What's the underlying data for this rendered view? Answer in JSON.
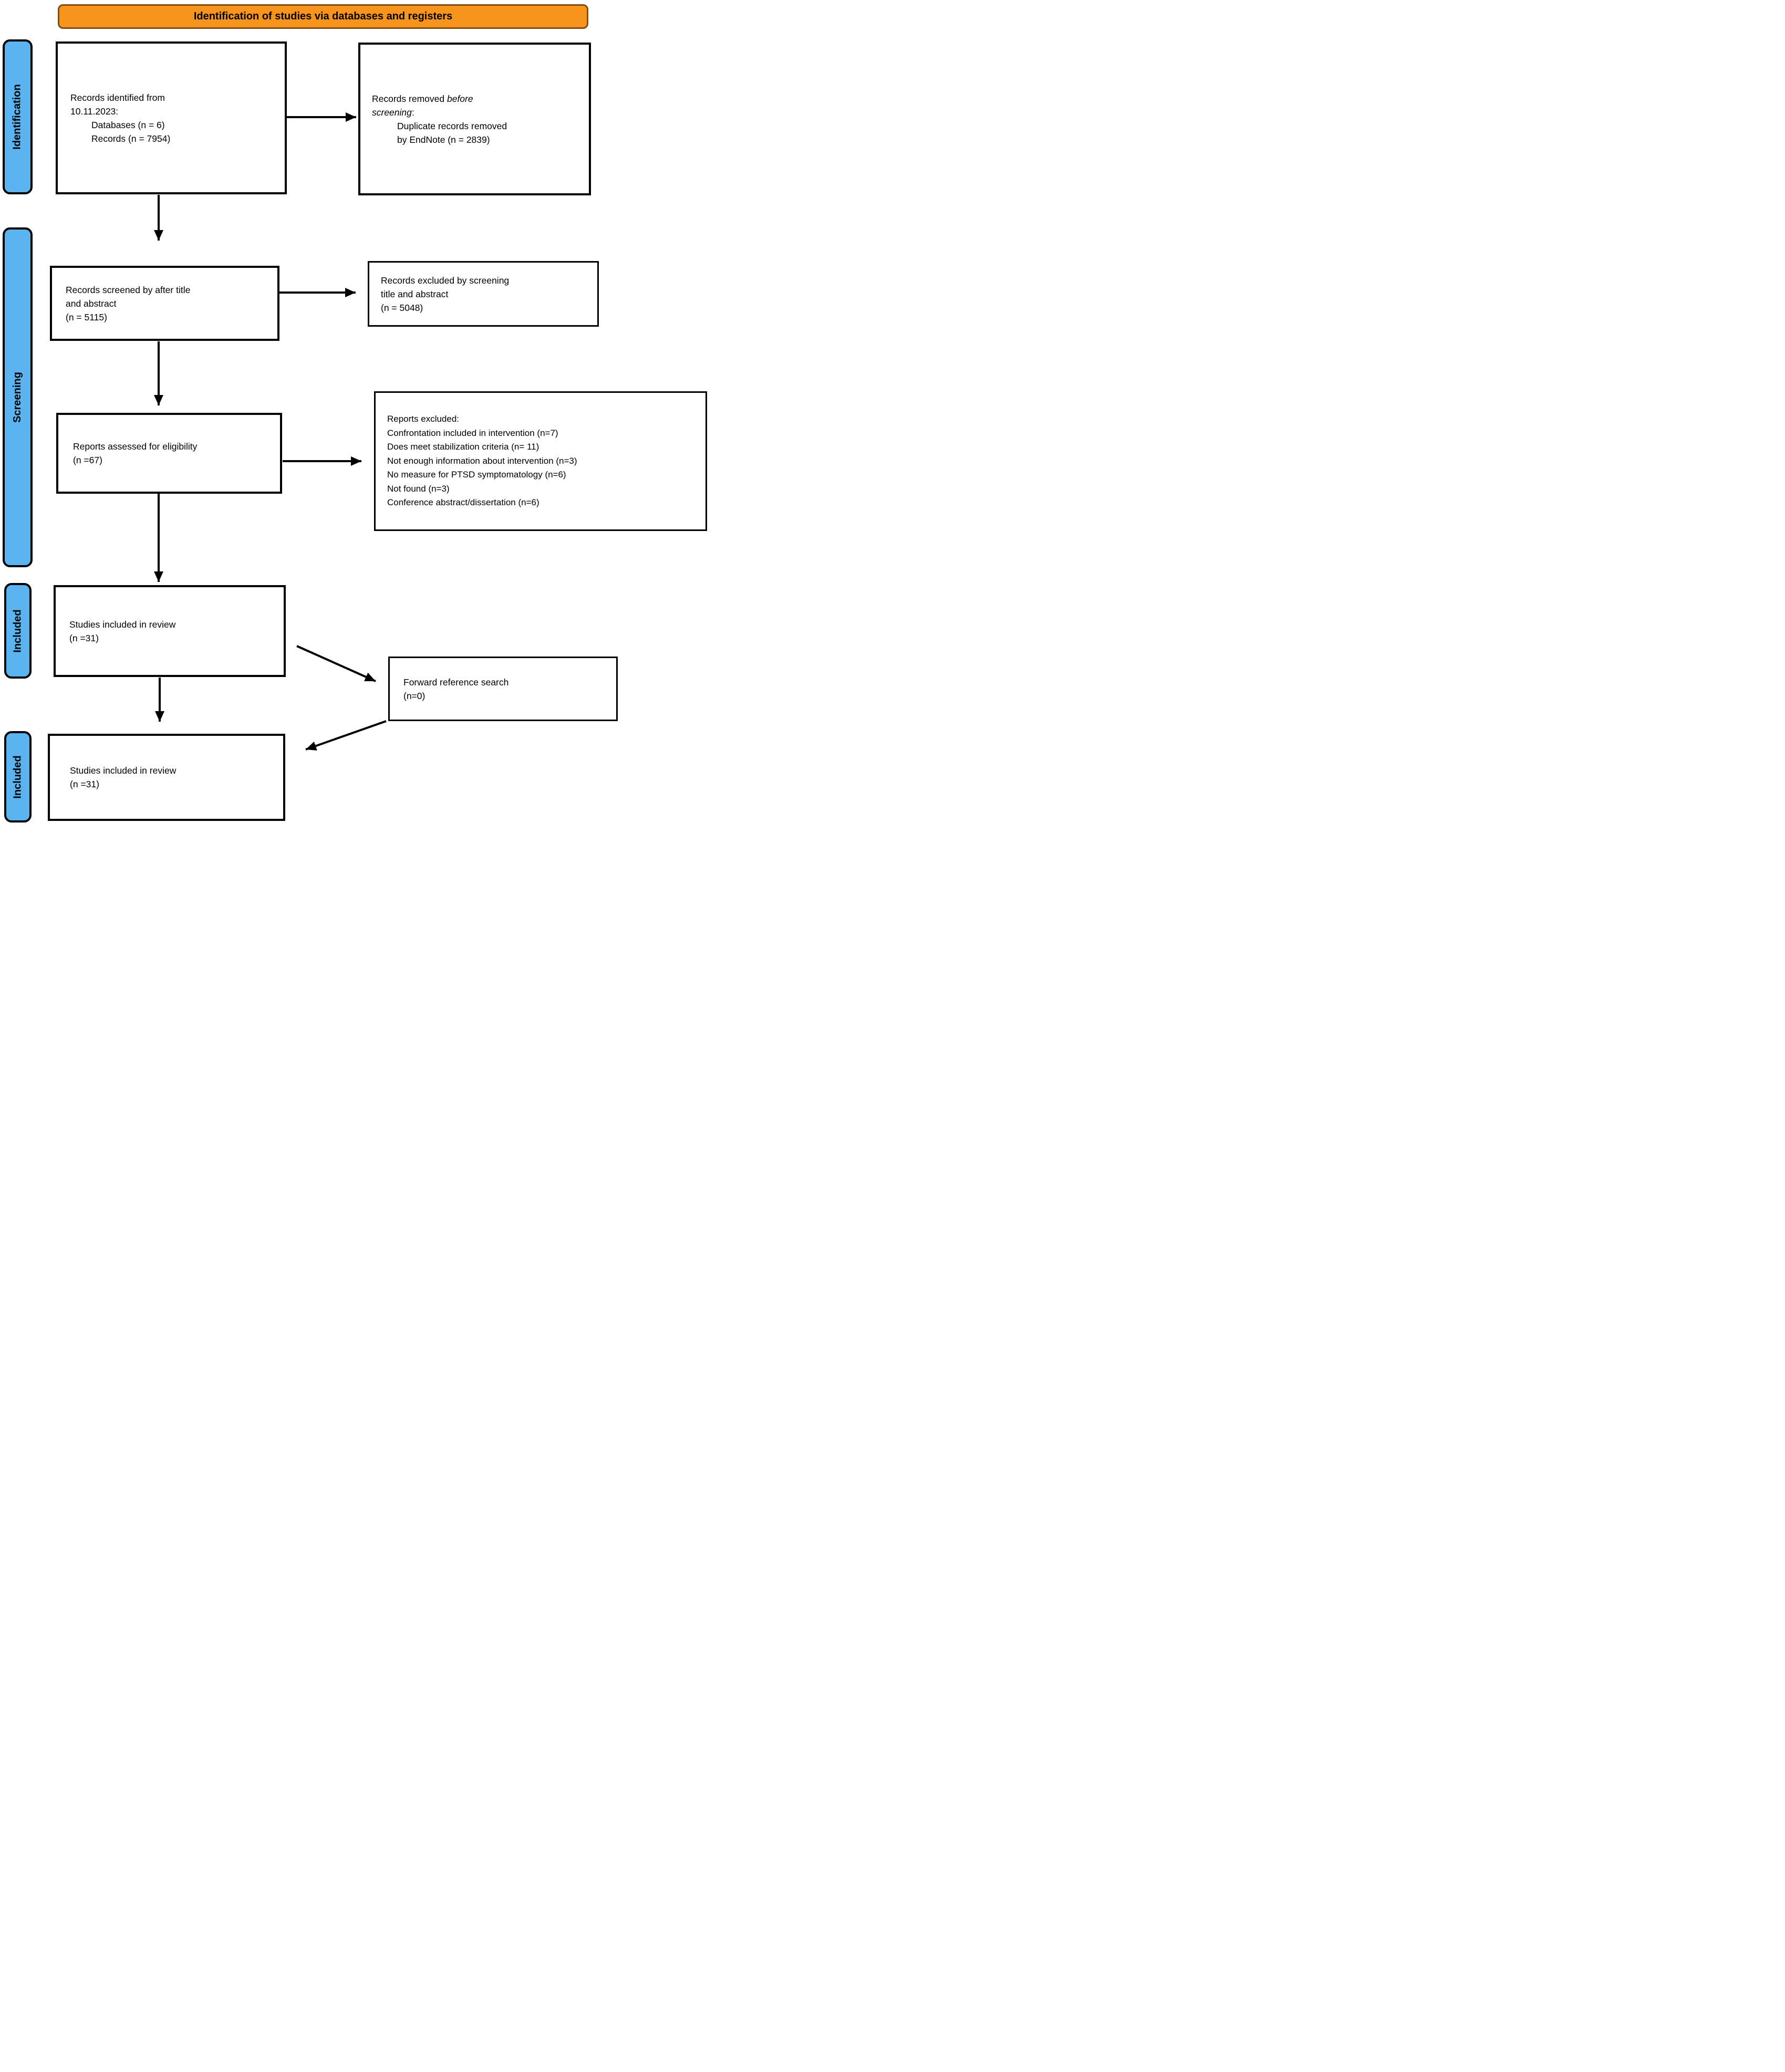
{
  "header": {
    "title": "Identification of studies via databases and registers",
    "bg_color": "#F7941E",
    "border_color": "#7F4E10"
  },
  "sidebar": {
    "tab_bg_color": "#5BB4F0",
    "identification_label": "Identification",
    "screening_label": "Screening",
    "included_label_1": "Included",
    "included_label_2": "Included"
  },
  "boxes": {
    "records_identified": {
      "line1": "Records identified from",
      "line2": "10.11.2023:",
      "line3": "Databases (n = 6)",
      "line4": "Records (n = 7954)"
    },
    "records_removed": {
      "line1_normal": "Records removed ",
      "line1_italic": "before",
      "line2_italic": "screening",
      "line2_normal": ":",
      "line3": "Duplicate records removed",
      "line4": "by EndNote (n = 2839)"
    },
    "records_screened": {
      "line1": "Records screened by after title",
      "line2": "and abstract",
      "line3": "(n = 5115)"
    },
    "records_excluded": {
      "line1": "Records excluded by screening",
      "line2": "title and abstract",
      "line3": "(n = 5048)"
    },
    "reports_assessed": {
      "line1": "Reports assessed for eligibility",
      "line2": "(n =67)"
    },
    "reports_excluded": {
      "title": "Reports excluded:",
      "items": [
        "Confrontation included in intervention (n=7)",
        "Does meet stabilization criteria (n= 11)",
        "Not enough information about intervention (n=3)",
        "No measure for PTSD symptomatology (n=6)",
        "Not found (n=3)",
        "Conference abstract/dissertation (n=6)"
      ]
    },
    "studies_included": {
      "line1": "Studies included in review",
      "line2": "(n =31)"
    },
    "forward_reference": {
      "line1": "Forward reference search",
      "line2": "(n=0)"
    },
    "studies_included_final": {
      "line1": "Studies included in review",
      "line2": "(n =31)"
    }
  }
}
